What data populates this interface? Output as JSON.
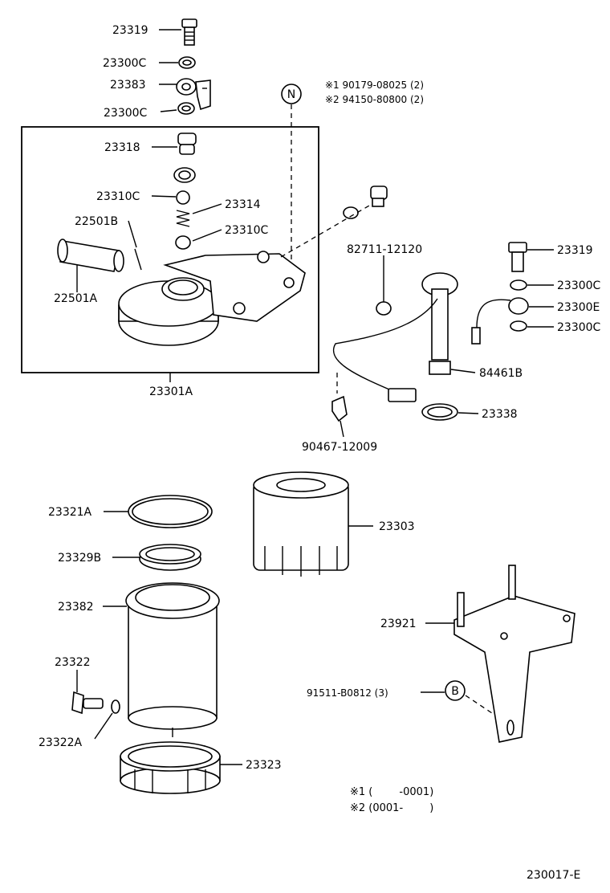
{
  "callouts": {
    "c23319a": "23319",
    "c23300ca": "23300C",
    "c23383": "23383",
    "c23300cb": "23300C",
    "c23318": "23318",
    "c23310ca": "23310C",
    "c23314": "23314",
    "c22501b": "22501B",
    "c23310cb": "23310C",
    "c22501a": "22501A",
    "c23301a": "23301A",
    "c82711": "82711-12120",
    "c23319b": "23319",
    "c23300cc": "23300C",
    "c23300e": "23300E",
    "c23300cd": "23300C",
    "c84461b": "84461B",
    "c23338": "23338",
    "c90467": "90467-12009",
    "c23321a": "23321A",
    "c23303": "23303",
    "c23329b": "23329B",
    "c23382": "23382",
    "c23921": "23921",
    "c23322": "23322",
    "c91511": "91511-B0812 (3)",
    "c23322a": "23322A",
    "c23323": "23323"
  },
  "markers": {
    "n": "N",
    "b": "B"
  },
  "notes": {
    "n1": "※1 90179-08025 (2)",
    "n2": "※2 94150-80800 (2)",
    "f1": "※1 (        -0001)",
    "f2": "※2 (0001-        )"
  },
  "diagram_code": "230017-E"
}
